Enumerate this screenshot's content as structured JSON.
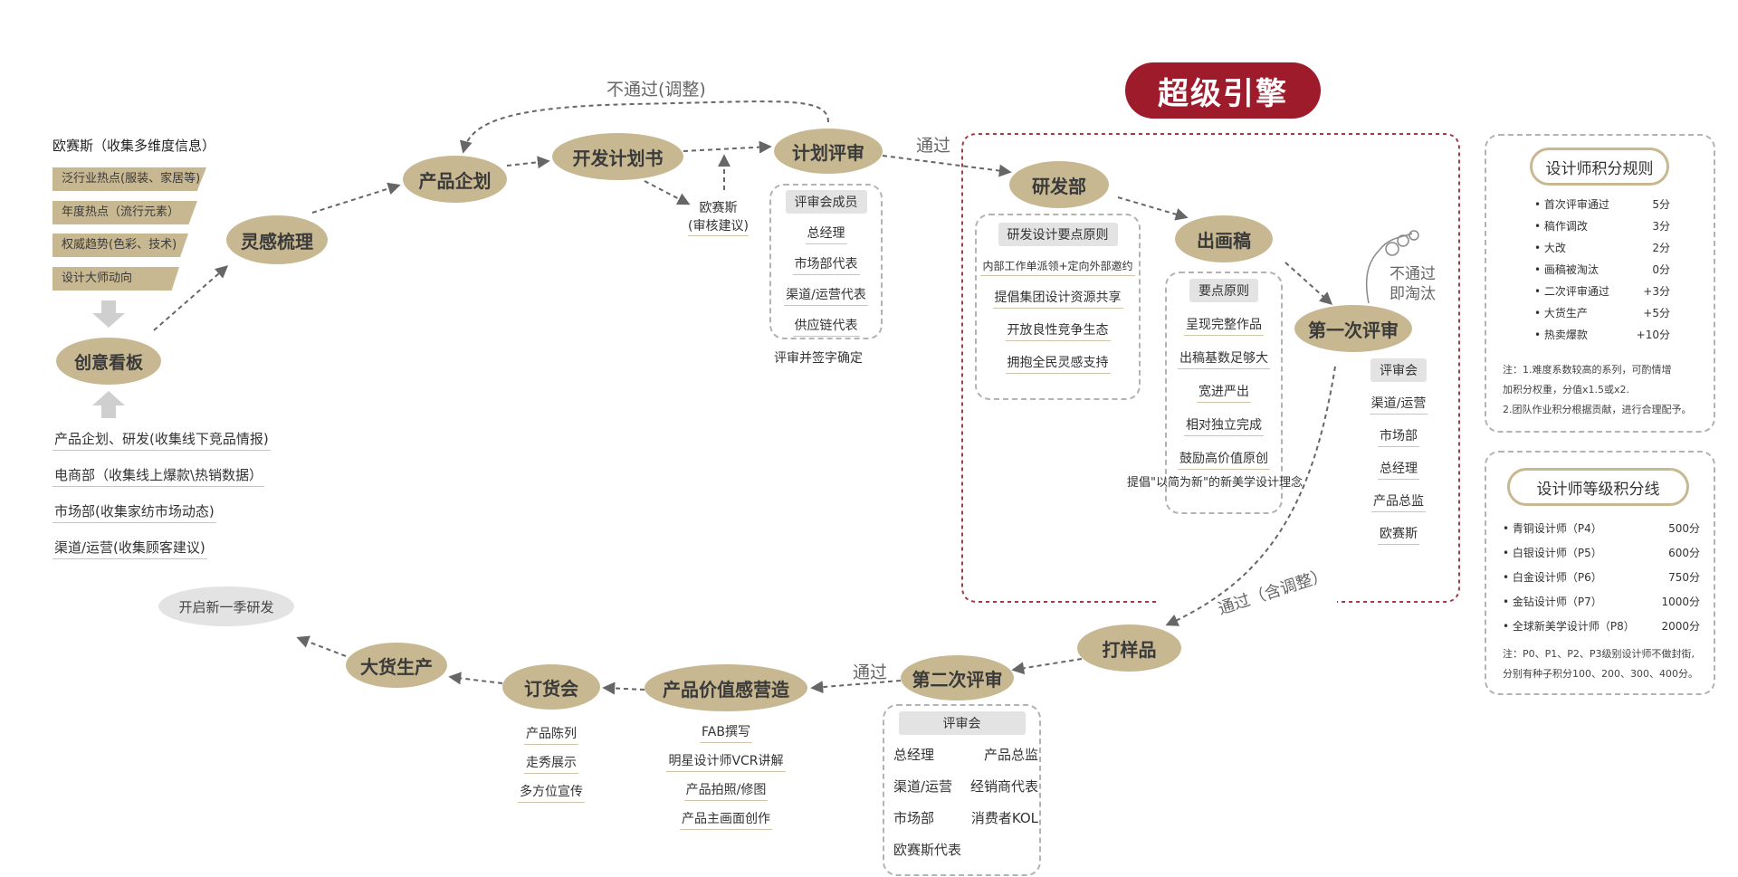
{
  "title": "超级引擎",
  "sources": {
    "header": "欧赛斯（收集多维度信息）",
    "items": [
      "泛行业热点(服装、家居等)",
      "年度热点（流行元素）",
      "权威趋势(色彩、技术)",
      "设计大师动向"
    ]
  },
  "board": {
    "label": "创意看板",
    "inputs": [
      "产品企划、研发(收集线下竞品情报)",
      "电商部（收集线上爆款\\热销数据）",
      "市场部(收集家纺市场动态)",
      "渠道/运营(收集顾客建议)"
    ]
  },
  "nodes": {
    "inspiration": "灵感梳理",
    "planning": "产品企划",
    "devplan": "开发计划书",
    "review1": "计划评审",
    "rd": "研发部",
    "draft": "出画稿",
    "first_review": "第一次评审",
    "sample": "打样品",
    "second_review": "第二次评审",
    "value": "产品价值感营造",
    "order": "订货会",
    "mass": "大货生产",
    "new_season": "开启新一季研发"
  },
  "edges": {
    "fail_adjust": "不通过(调整)",
    "pass1": "通过",
    "fail_eliminate_1": "不通过",
    "fail_eliminate_2": "即淘汰",
    "pass_adjust": "通过（含调整）",
    "pass2": "通过"
  },
  "ouss_review": {
    "line1": "欧赛斯",
    "line2": "(审核建议)"
  },
  "review_committee": {
    "header": "评审会成员",
    "members": [
      "总经理",
      "市场部代表",
      "渠道/运营代表",
      "供应链代表"
    ],
    "footer": "评审并签字确定"
  },
  "rd_principles": {
    "header": "研发设计要点原则",
    "items": [
      "内部工作单派领+定向外部邀约",
      "提倡集团设计资源共享",
      "开放良性竞争生态",
      "拥抱全民灵感支持"
    ]
  },
  "key_principles": {
    "header": "要点原则",
    "items": [
      "呈现完整作品",
      "出稿基数足够大",
      "宽进严出",
      "相对独立完成",
      "鼓励高价值原创"
    ],
    "footer": "提倡\"以简为新\"的新美学设计理念"
  },
  "first_committee": {
    "header": "评审会",
    "members": [
      "渠道/运营",
      "市场部",
      "总经理",
      "产品总监",
      "欧赛斯"
    ]
  },
  "second_committee": {
    "header": "评审会",
    "rows": [
      [
        "总经理",
        "产品总监"
      ],
      [
        "渠道/运营",
        "经销商代表"
      ],
      [
        "市场部",
        "消费者KOL"
      ],
      [
        "欧赛斯代表",
        ""
      ]
    ]
  },
  "value_items": [
    "FAB撰写",
    "明星设计师VCR讲解",
    "产品拍照/修图",
    "产品主画面创作"
  ],
  "order_items": [
    "产品陈列",
    "走秀展示",
    "多方位宣传"
  ],
  "points_rules": {
    "title": "设计师积分规则",
    "rows": [
      [
        "首次评审通过",
        "5分"
      ],
      [
        "稿作调改",
        "3分"
      ],
      [
        "大改",
        "2分"
      ],
      [
        "画稿被淘汰",
        "0分"
      ],
      [
        "二次评审通过",
        "+3分"
      ],
      [
        "大货生产",
        "+5分"
      ],
      [
        "热卖爆款",
        "+10分"
      ]
    ],
    "notes": [
      "注：1.难度系数较高的系列，可酌情增",
      "加积分权重，分值x1.5或x2.",
      "2.团队作业积分根据贡献，进行合理配予。"
    ]
  },
  "level_rules": {
    "title": "设计师等级积分线",
    "rows": [
      [
        "青铜设计师（P4）",
        "500分"
      ],
      [
        "白银设计师（P5）",
        "600分"
      ],
      [
        "白金设计师（P6）",
        "750分"
      ],
      [
        "金钻设计师（P7）",
        "1000分"
      ],
      [
        "全球新美学设计师（P8）",
        "2000分"
      ]
    ],
    "notes": [
      "注：P0、P1、P2、P3级别设计师不做封街,",
      "分别有种子积分100、200、300、400分。"
    ]
  },
  "colors": {
    "accent": "#c8b892",
    "red": "#9e1b2c",
    "dashed_red": "#a33a48",
    "arrow": "#666666"
  }
}
